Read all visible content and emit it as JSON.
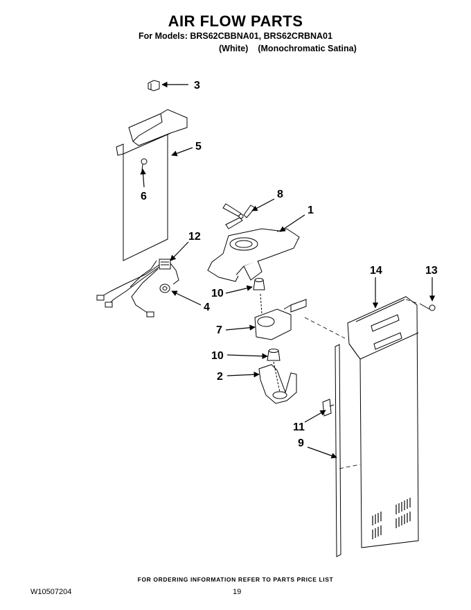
{
  "header": {
    "title": "AIR FLOW PARTS",
    "models": "For Models: BRS62CBBNA01, BRS62CRBNA01",
    "variants": [
      "(White)",
      "(Monochromatic Satina)"
    ]
  },
  "callouts": {
    "c1": "1",
    "c2": "2",
    "c3": "3",
    "c4": "4",
    "c5": "5",
    "c6": "6",
    "c7": "7",
    "c8": "8",
    "c9": "9",
    "c10a": "10",
    "c10b": "10",
    "c11": "11",
    "c12": "12",
    "c13": "13",
    "c14": "14"
  },
  "footer": {
    "note": "FOR ORDERING INFORMATION REFER TO PARTS PRICE LIST",
    "doc_number": "W10507204",
    "page_number": "19"
  }
}
